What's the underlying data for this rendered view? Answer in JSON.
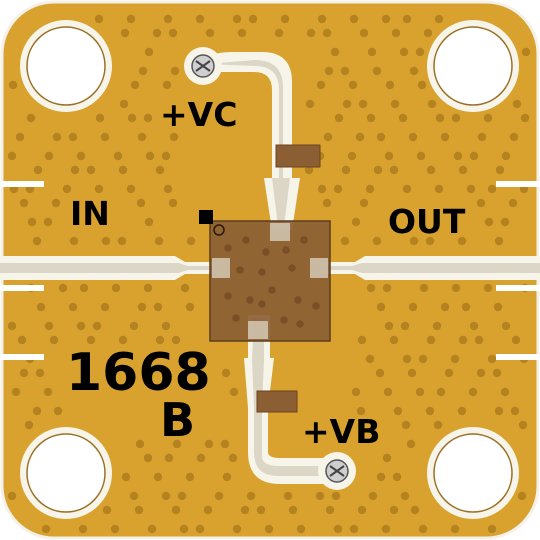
{
  "board": {
    "substrate_color": "#d9a22e",
    "via_color": "#b4821f",
    "trace_color": "#dcd6c6",
    "chip_color": "#8b5e34",
    "silk_color": "#000000"
  },
  "labels": {
    "vc": "+VC",
    "input": "IN",
    "output": "OUT",
    "part_number": "1668",
    "revision": "B",
    "vb": "+VB"
  }
}
